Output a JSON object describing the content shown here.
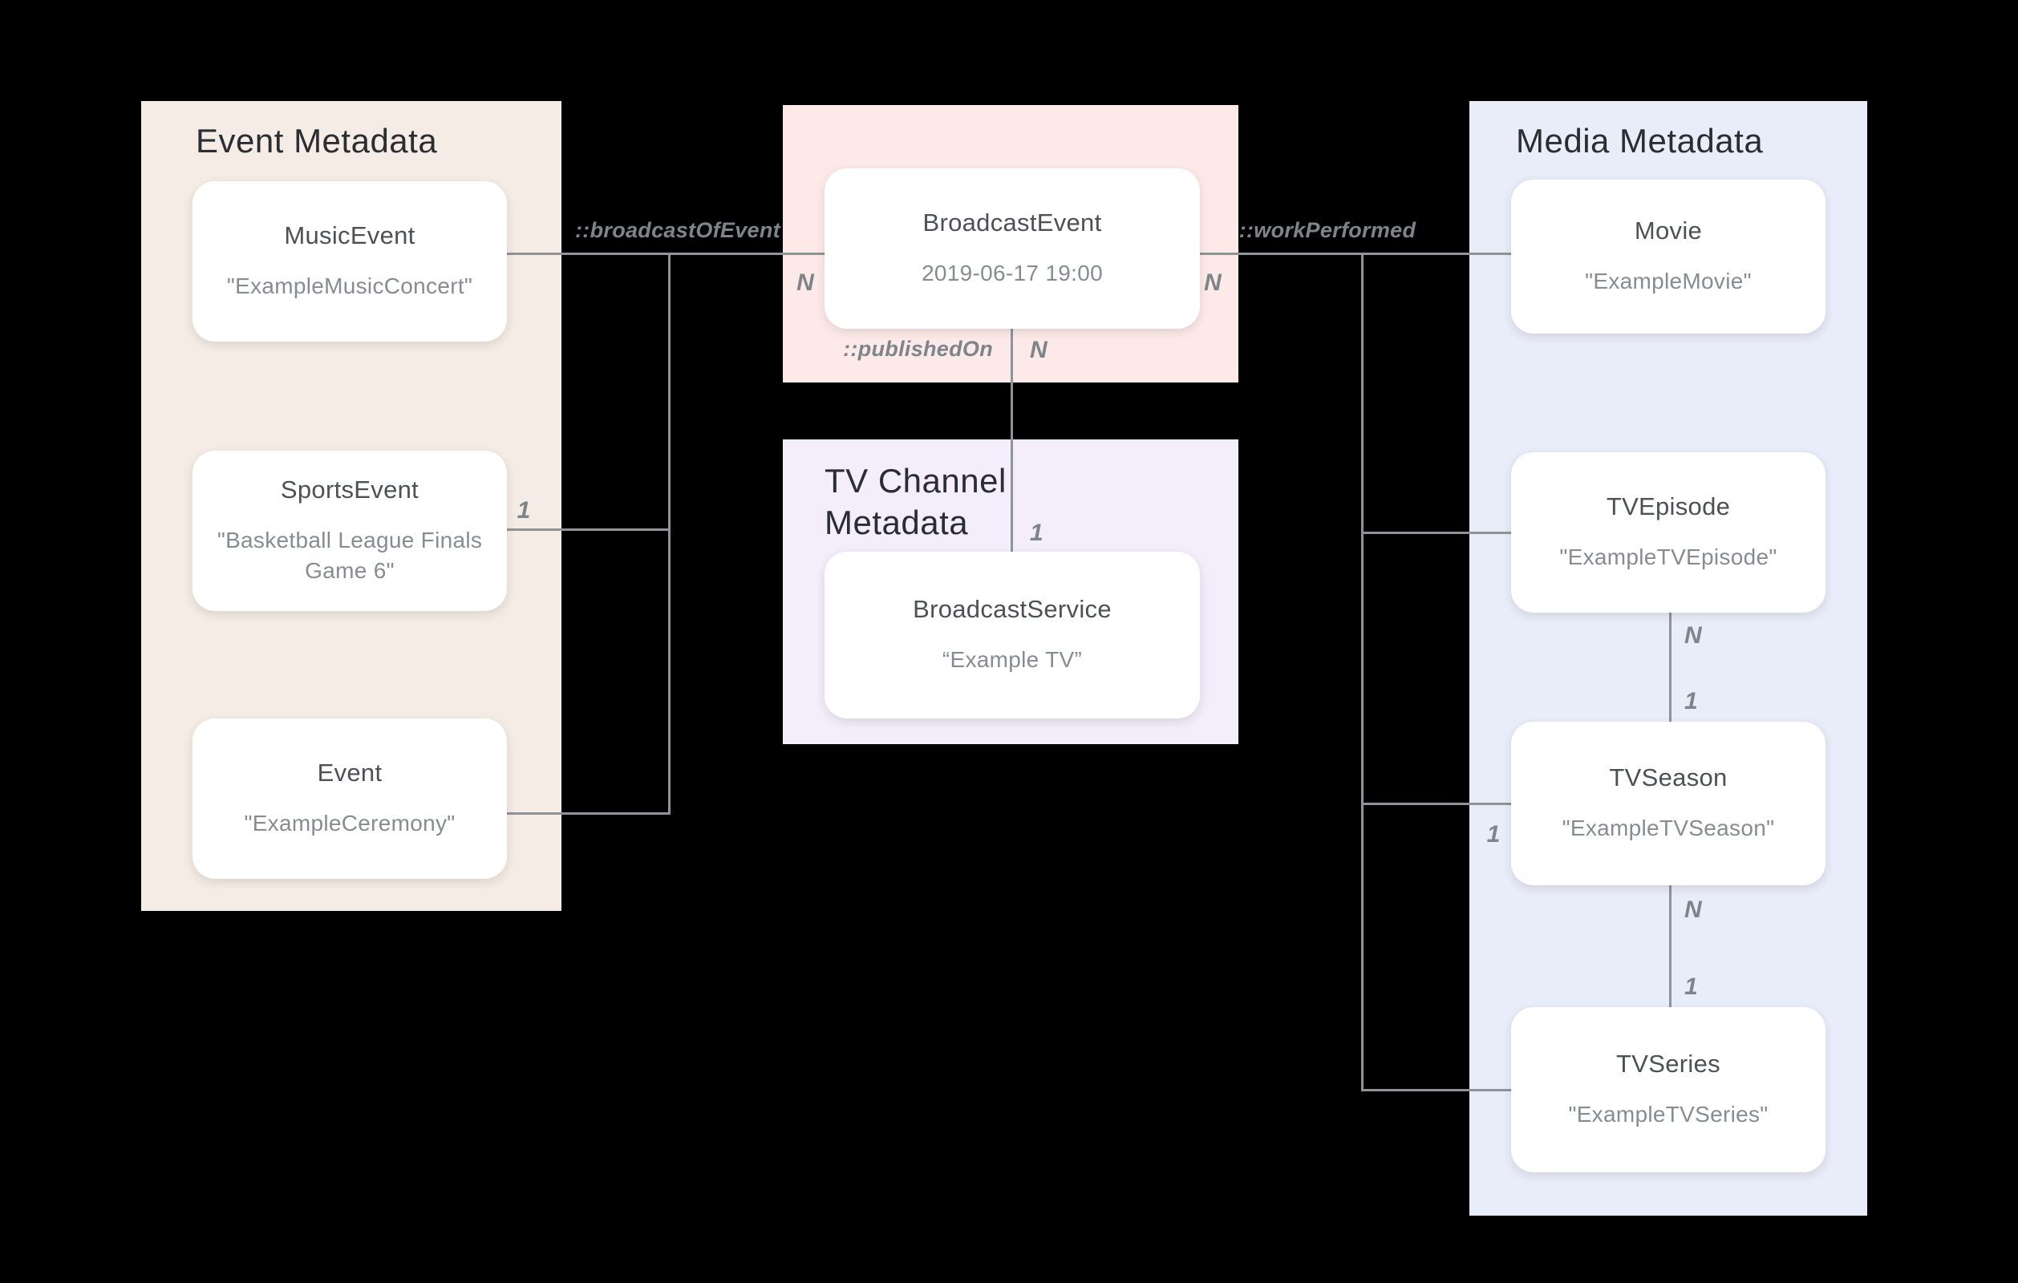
{
  "diagram": {
    "background": "#000000",
    "line_color": "#8f9499",
    "label_color": "#7d848a"
  },
  "panels": {
    "event": {
      "title": "Event Metadata",
      "bg": "#f5ece5"
    },
    "broadcast": {
      "bg": "#fdeae8"
    },
    "tv_channel": {
      "title": "TV Channel Metadata",
      "bg": "#f4edfb"
    },
    "media": {
      "title": "Media Metadata",
      "bg": "#e9edf9"
    }
  },
  "cards": {
    "music_event": {
      "title": "MusicEvent",
      "subtitle": "\"ExampleMusicConcert\""
    },
    "sports_event": {
      "title": "SportsEvent",
      "subtitle": "\"Basketball League Finals Game 6\""
    },
    "event": {
      "title": "Event",
      "subtitle": "\"ExampleCeremony\""
    },
    "broadcast_event": {
      "title": "BroadcastEvent",
      "subtitle": "2019-06-17 19:00"
    },
    "broadcast_service": {
      "title": "BroadcastService",
      "subtitle": "“Example TV”"
    },
    "movie": {
      "title": "Movie",
      "subtitle": "\"ExampleMovie\""
    },
    "tv_episode": {
      "title": "TVEpisode",
      "subtitle": "\"ExampleTVEpisode\""
    },
    "tv_season": {
      "title": "TVSeason",
      "subtitle": "\"ExampleTVSeason\""
    },
    "tv_series": {
      "title": "TVSeries",
      "subtitle": "\"ExampleTVSeries\""
    }
  },
  "edges": {
    "broadcast_of_event": {
      "label": "::broadcastOfEvent"
    },
    "work_performed": {
      "label": "::workPerformed"
    },
    "published_on": {
      "label": "::publishedOn"
    }
  },
  "multiplicities": {
    "broadcast_event_left": "N",
    "broadcast_event_right": "N",
    "published_on_n": "N",
    "broadcast_service_1": "1",
    "sports_event_1": "1",
    "tv_season_left_1": "1",
    "episode_season_n": "N",
    "episode_season_1": "1",
    "season_series_n": "N",
    "season_series_1": "1"
  }
}
